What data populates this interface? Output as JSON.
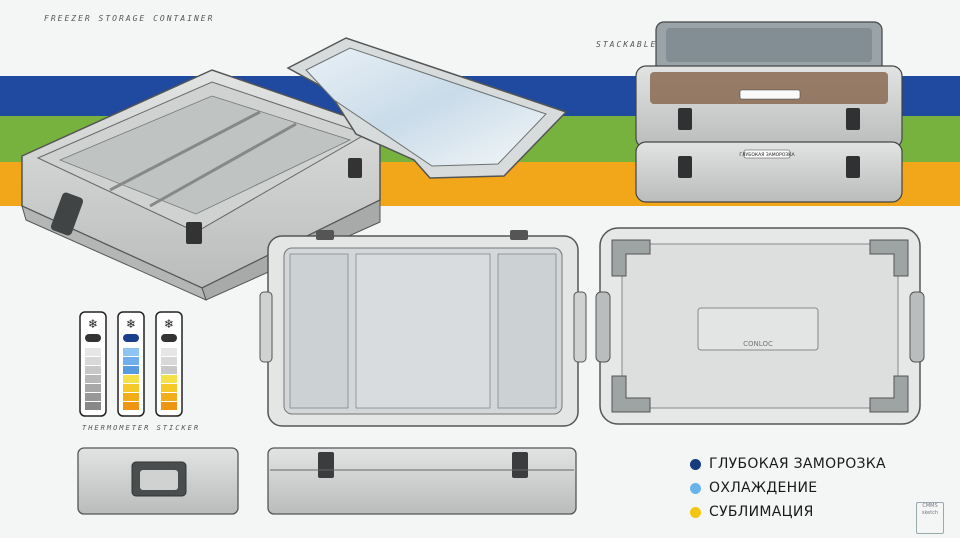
{
  "title": "FREEZER STORAGE CONTAINER",
  "stackable_label": "STACKABLE",
  "thermometer_label": "THERMOMETER STICKER",
  "box_label": "ГЛУБОКАЯ ЗАМОРОЗКА",
  "lid_logo": "CONLOC",
  "signature_text": "CMMS sketch",
  "stripes": {
    "blue": "#1f4aa0",
    "green": "#78b23e",
    "yellow": "#f2a71b"
  },
  "legend": [
    {
      "label": "ГЛУБОКАЯ ЗАМОРОЗКА",
      "color": "#173b7c"
    },
    {
      "label": "ОХЛАЖДЕНИЕ",
      "color": "#6ab3ea"
    },
    {
      "label": "СУБЛИМАЦИЯ",
      "color": "#f3c614"
    }
  ],
  "thermometers": [
    {
      "name": "deep-freeze",
      "icon": "snowflake-icon",
      "pill": "#333333",
      "scale": [
        "#e6e6e6",
        "#d8d8d8",
        "#c8c8c8",
        "#b8b8b8",
        "#a8a8a8",
        "#989898",
        "#888888"
      ]
    },
    {
      "name": "cooling",
      "icon": "snowflake-icon",
      "pill": "#1c3f8c",
      "scale": [
        "#8ec4f2",
        "#6fb0ea",
        "#5a9be0",
        "#f6e04a",
        "#f5c928",
        "#f2ad1a",
        "#ee9512"
      ]
    },
    {
      "name": "sublimation",
      "icon": "snowflake-icon",
      "pill": "#333333",
      "scale": [
        "#e6e6e6",
        "#d8d8d8",
        "#c8c8c8",
        "#f6e04a",
        "#f5c928",
        "#f2ad1a",
        "#ee9512"
      ]
    }
  ]
}
